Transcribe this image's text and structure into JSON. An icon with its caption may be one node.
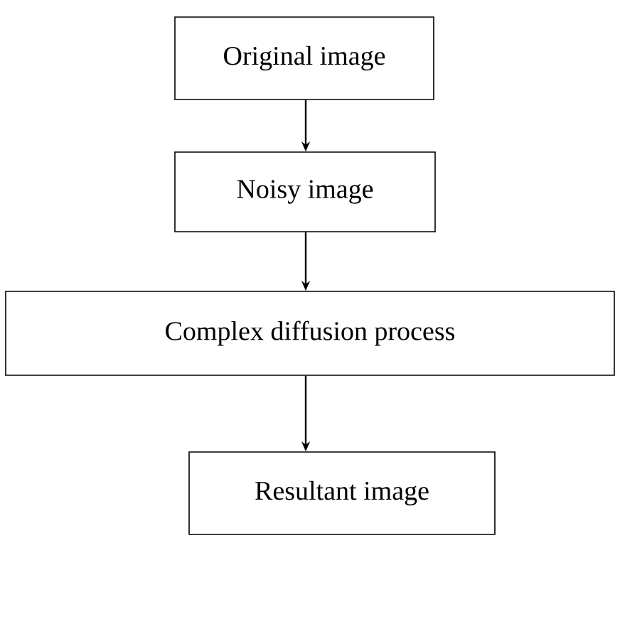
{
  "diagram": {
    "nodes": [
      {
        "text": [
          "Original image"
        ]
      },
      {
        "text": [
          "Noisy image"
        ]
      },
      {
        "text": [
          "Complex diffusion process"
        ]
      },
      {
        "text": [
          "Resultant image"
        ]
      }
    ],
    "edges": [
      {
        "from": 0,
        "to": 1,
        "arrow": "to"
      },
      {
        "from": 1,
        "to": 2,
        "arrow": "to"
      },
      {
        "from": 2,
        "to": 3,
        "arrow": "to"
      }
    ]
  }
}
